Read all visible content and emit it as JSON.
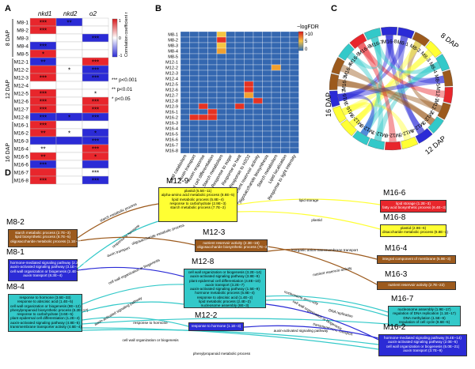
{
  "panels": {
    "a": "A",
    "b": "B",
    "c": "C",
    "d": "D"
  },
  "colors": {
    "red": "#e8262c",
    "blue": "#2b2bd6",
    "yellow": "#ffff33",
    "orange": "#9c5a1d",
    "cyan": "#33c9c9",
    "heat_low": "#2d6db5",
    "heat_high": "#e53222",
    "grid_blue": "#3467b0"
  },
  "panel_a": {
    "columns": [
      "nkd1",
      "nkd2",
      "o2"
    ],
    "rows": [
      "M8-1",
      "M8-2",
      "M8-3",
      "M8-4",
      "M8-5",
      "M12-1",
      "M12-2",
      "M12-3",
      "M12-4",
      "M12-5",
      "M12-6",
      "M12-7",
      "M12-8",
      "M16-1",
      "M16-2",
      "M16-3",
      "M16-4",
      "M16-5",
      "M16-6",
      "M16-7",
      "M16-8"
    ],
    "groups": [
      {
        "label": "8 DAP",
        "rows": 5
      },
      {
        "label": "12 DAP",
        "rows": 8
      },
      {
        "label": "16 DAP",
        "rows": 8
      }
    ],
    "cell_colors": [
      [
        "#e8262c",
        "#2b2bd6",
        "#ffffff"
      ],
      [
        "#e8262c",
        "#ffffff",
        "#ffffff"
      ],
      [
        "#ffffff",
        "#ffffff",
        "#2b2bd6"
      ],
      [
        "#2b2bd6",
        "#ffffff",
        "#ffffff"
      ],
      [
        "#e8262c",
        "#ffffff",
        "#ffffff"
      ],
      [
        "#2b2bd6",
        "#ffffff",
        "#e8262c"
      ],
      [
        "#e8262c",
        "#ffffff",
        "#2b2bd6"
      ],
      [
        "#e8262c",
        "#ffffff",
        "#2b2bd6"
      ],
      [
        "#ffffff",
        "#ffffff",
        "#ffffff"
      ],
      [
        "#e8262c",
        "#ffffff",
        "#ffffff"
      ],
      [
        "#e8262c",
        "#ffffff",
        "#e8262c"
      ],
      [
        "#e8262c",
        "#ffffff",
        "#e8262c"
      ],
      [
        "#2b2bd6",
        "#2b2bd6",
        "#2b2bd6"
      ],
      [
        "#e8262c",
        "#ffffff",
        "#ffffff"
      ],
      [
        "#e8262c",
        "#ffffff",
        "#2b2bd6"
      ],
      [
        "#2b2bd6",
        "#2b2bd6",
        "#2b2bd6"
      ],
      [
        "#ffffff",
        "#ffffff",
        "#e8262c"
      ],
      [
        "#e8262c",
        "#ffffff",
        "#e8262c"
      ],
      [
        "#2b2bd6",
        "#ffffff",
        "#2b2bd6"
      ],
      [
        "#e8262c",
        "#ffffff",
        "#ffffff"
      ],
      [
        "#e8262c",
        "#ffffff",
        "#2b2bd6"
      ]
    ],
    "stars": [
      [
        "***",
        "**",
        ""
      ],
      [
        "***",
        "",
        ""
      ],
      [
        "",
        "",
        "***"
      ],
      [
        "***",
        "",
        ""
      ],
      [
        "*",
        "",
        ""
      ],
      [
        "**",
        "",
        "***"
      ],
      [
        "",
        "*",
        "***"
      ],
      [
        "***",
        "",
        "***"
      ],
      [
        "",
        "",
        ""
      ],
      [
        "***",
        "",
        "*"
      ],
      [
        "***",
        "",
        "***"
      ],
      [
        "***",
        "",
        "***"
      ],
      [
        "***",
        "*",
        "***"
      ],
      [
        "***",
        "",
        ""
      ],
      [
        "**",
        "*",
        "*"
      ],
      [
        "",
        "",
        "***"
      ],
      [
        "**",
        "",
        "***"
      ],
      [
        "**",
        "",
        "*"
      ],
      [
        "***",
        "",
        ""
      ],
      [
        "",
        "",
        "***"
      ],
      [
        "***",
        "",
        "***"
      ]
    ],
    "colorbar_label": "Correlation coefficient r",
    "colorbar_ticks": [
      "1",
      "0",
      "-1"
    ],
    "legend": [
      "*** p<0.001",
      "** p<0.01",
      "* p<0.05"
    ]
  },
  "panel_b": {
    "rows": [
      "M8-1",
      "M8-2",
      "M8-3",
      "M8-4",
      "M8-5",
      "M12-1",
      "M12-2",
      "M12-3",
      "M12-4",
      "M12-5",
      "M12-6",
      "M12-7",
      "M12-8",
      "M12-9",
      "M16-1",
      "M16-2",
      "M16-3",
      "M16-4",
      "M16-5",
      "M16-6",
      "M16-7",
      "M16-8"
    ],
    "columns": [
      "Lipid catabolism",
      "Auxin transport",
      "Auxin response",
      "Epidermal cell differentiation",
      "Starch metabolism",
      "Response to sugar",
      "Response to heat",
      "Response to H2O2",
      "Nutrient reservoir activity",
      "Oligosaccharide biosynthesis",
      "Starch metabolism",
      "Lipid localization",
      "Response to light intensity"
    ],
    "hot_cells": [
      [
        0,
        4,
        "#f5c542"
      ],
      [
        1,
        4,
        "#e53222"
      ],
      [
        2,
        4,
        "#f5c542"
      ],
      [
        3,
        4,
        "#f0a030"
      ],
      [
        9,
        7,
        "#e53222"
      ],
      [
        10,
        7,
        "#e53222"
      ],
      [
        11,
        7,
        "#f0a030"
      ],
      [
        12,
        8,
        "#e53222"
      ],
      [
        13,
        6,
        "#e53222"
      ],
      [
        13,
        2,
        "#e53222"
      ],
      [
        14,
        3,
        "#e53222"
      ],
      [
        15,
        1,
        "#e53222"
      ],
      [
        15,
        2,
        "#e53222"
      ],
      [
        15,
        3,
        "#e53222"
      ],
      [
        6,
        10,
        "#f0a030"
      ]
    ],
    "colorbar_title": "−logFDR",
    "colorbar_ticks": [
      ">10",
      "5",
      "0"
    ]
  },
  "panel_c": {
    "segments": [
      {
        "label": "M16-8",
        "color": "#2b2bd6"
      },
      {
        "label": "M8-1",
        "color": "#2b2bd6"
      },
      {
        "label": "M8-2",
        "color": "#9c5a1d"
      },
      {
        "label": "M8-3",
        "color": "#ffff33"
      },
      {
        "label": "M8-4",
        "color": "#33c9c9"
      },
      {
        "label": "M8-5",
        "color": "#9c5a1d"
      },
      {
        "label": "M12-1",
        "color": "#e8262c"
      },
      {
        "label": "M12-2",
        "color": "#9c5a1d"
      },
      {
        "label": "M12-3",
        "color": "#33c9c9"
      },
      {
        "label": "M12-4",
        "color": "#2b2bd6"
      },
      {
        "label": "M12-5",
        "color": "#ffff33"
      },
      {
        "label": "M12-6",
        "color": "#e8262c"
      },
      {
        "label": "M12-7",
        "color": "#33c9c9"
      },
      {
        "label": "M12-8",
        "color": "#33c9c9"
      },
      {
        "label": "M12-9",
        "color": "#ffff33"
      },
      {
        "label": "M16-1",
        "color": "#ffff33"
      },
      {
        "label": "M16-2",
        "color": "#2b2bd6"
      },
      {
        "label": "M16-3",
        "color": "#9c5a1d"
      },
      {
        "label": "M16-4",
        "color": "#9c5a1d"
      },
      {
        "label": "M16-5",
        "color": "#33c9c9"
      },
      {
        "label": "M16-6",
        "color": "#e8262c"
      },
      {
        "label": "M16-7",
        "color": "#33c9c9"
      }
    ],
    "stage_labels": [
      "8 DAP",
      "12 DAP",
      "16 DAP"
    ]
  },
  "panel_d": {
    "nodes": [
      {
        "id": "M12-9",
        "title": "M12-9",
        "color": "#ffff33",
        "lines": [
          "plastid (5.5E−11)",
          "alpha-amino acid metabolic process (8.8E−5)",
          "lipid metabolic process (5.8E−4)",
          "response to carbohydrate (2.9E−3)",
          "starch metabolic process (7.7E−2)"
        ]
      },
      {
        "id": "M16-6",
        "title": "M16-6",
        "color": "#e8262c",
        "lines": [
          "lipid storage (1.2E−3)",
          "fatty acid biosynthetic process (6.4E−3)"
        ]
      },
      {
        "id": "M16-8",
        "title": "M16-8",
        "color": "#ffff33",
        "lines": [
          "plastid (2.9E−6)",
          "disaccharide metabolic process (8.8E−4)"
        ]
      },
      {
        "id": "M8-2",
        "title": "M8-2",
        "color": "#9c5a1d",
        "lines": [
          "starch metabolic process (2.7E−3)",
          "lipid biosynthetic process (8.7E−5)",
          "oligosaccharide metabolic process (1.1E−3)"
        ]
      },
      {
        "id": "M12-3",
        "title": "M12-3",
        "color": "#9c5a1d",
        "lines": [
          "nutrient reservoir activity (2.3E−16)",
          "oligosaccharide biosynthetic process (7E−3)"
        ]
      },
      {
        "id": "M8-1",
        "title": "M8-1",
        "color": "#2b2bd6",
        "lines": [
          "hormone-mediated signaling pathway (2.2E−6)",
          "auxin-activated signaling pathway (3.1E−4)",
          "cell wall organization or biogenesis (2.4E−4)",
          "auxin transport (8.3E−4)"
        ]
      },
      {
        "id": "M16-4",
        "title": "M16-4",
        "color": "#9c5a1d",
        "lines": [
          "integral component of membrane (5.9E−3)"
        ]
      },
      {
        "id": "M12-8",
        "title": "M12-8",
        "color": "#33c9c9",
        "lines": [
          "cell wall organization or biogenesis (3.2E−14)",
          "auxin-activated signaling pathway (3.8E−9)",
          "plant epidermal cell differentiation (4.8E−10)",
          "auxin transport (3.2E−7)",
          "auxin-activated signaling pathway (1.5E−9)",
          "hormone metabolic process (5.8E−4)",
          "response to abscisic acid (1.4E−2)",
          "lipid metabolic process (2.4E−2)",
          "nucleosome assembly (6E−3)"
        ]
      },
      {
        "id": "M16-3",
        "title": "M16-3",
        "color": "#9c5a1d",
        "lines": [
          "nutrient reservoir activity (2.7E−22)"
        ]
      },
      {
        "id": "M8-4",
        "title": "M8-4",
        "color": "#33c9c9",
        "lines": [
          "response to hormone (3.6E−33)",
          "response to abscisic acid (1.4E−5)",
          "cell wall organization or biogenesis (9E−12)",
          "phenylpropanoid biosynthetic process (6.2E−17)",
          "response to carbohydrate (3.6E−5)",
          "plant epidermal cell differentiation (1.2E−4)",
          "auxin-activated signaling pathway (4.8E−5)",
          "transmembrane transporter activity (4.6E−4)"
        ]
      },
      {
        "id": "M16-7",
        "title": "M16-7",
        "color": "#33c9c9",
        "lines": [
          "nucleosome assembly (1.9E−17)",
          "regulation of DNA replication (1.1E−17)",
          "DNA methylation (1.5E−9)",
          "regulation of cell cycle (8.6E−5)"
        ]
      },
      {
        "id": "M12-2",
        "title": "M12-2",
        "color": "#2b2bd6",
        "lines": [
          "response to hormone (1.1E−3)"
        ]
      },
      {
        "id": "M16-2",
        "title": "M16-2",
        "color": "#2b2bd6",
        "lines": [
          "hormone-mediated signaling pathway (6.4E−14)",
          "auxin-activated signaling pathway (2.0E−5)",
          "cell wall organization or biogenesis (5.0E−21)",
          "auxin transport (3.7E−9)"
        ]
      }
    ],
    "edge_labels": [
      "lipid storage",
      "plastid",
      "starch metabolic process",
      "response to hormone",
      "auxin transport",
      "cell wall organization or biogenesis",
      "oligosaccharide metabolic process",
      "inorganic anion transmembrane transport",
      "nutrient reservoir activity",
      "nucleosome assembly",
      "DNA replication",
      "response to hormone",
      "transmembrane transport",
      "cell wall organization or biogenesis",
      "phenylpropanoid metabolic process",
      "auxin-activated signaling pathway",
      "cell wall organization or biogenesis",
      "auxin-activated signaling pathway"
    ]
  }
}
